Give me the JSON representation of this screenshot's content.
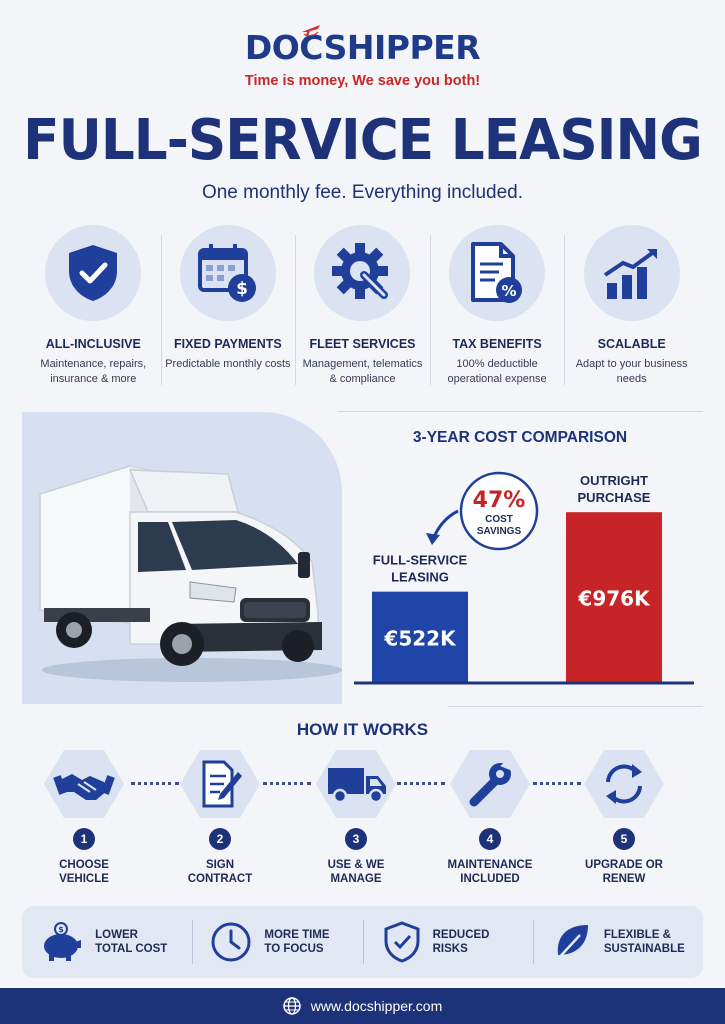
{
  "brand": {
    "logo_text": "DOCSHIPPER",
    "tagline": "Time is money, We save you both!"
  },
  "hero": {
    "title": "FULL-SERVICE LEASING",
    "subtitle": "One monthly fee. Everything included."
  },
  "features": [
    {
      "icon": "shield-check-icon",
      "title": "ALL-INCLUSIVE",
      "desc": "Maintenance, repairs, insurance & more"
    },
    {
      "icon": "calendar-dollar-icon",
      "title": "FIXED PAYMENTS",
      "desc": "Predictable monthly costs"
    },
    {
      "icon": "gear-wrench-icon",
      "title": "FLEET SERVICES",
      "desc": "Management, telematics & compliance"
    },
    {
      "icon": "document-percent-icon",
      "title": "TAX BENEFITS",
      "desc": "100% deductible operational expense"
    },
    {
      "icon": "growth-chart-icon",
      "title": "SCALABLE",
      "desc": "Adapt to your business needs"
    }
  ],
  "comparison": {
    "title": "3-YEAR COST COMPARISON",
    "savings_pct": "47%",
    "savings_label_1": "COST",
    "savings_label_2": "SAVINGS",
    "colors": {
      "leasing": "#1f45a8",
      "purchase": "#c62426"
    }
  },
  "chart_data": {
    "type": "bar",
    "title": "3-YEAR COST COMPARISON",
    "categories": [
      "FULL-SERVICE LEASING",
      "OUTRIGHT PURCHASE"
    ],
    "values": [
      522,
      976
    ],
    "value_labels": [
      "€522K",
      "€976K"
    ],
    "category_lines": [
      [
        "FULL-SERVICE",
        "LEASING"
      ],
      [
        "OUTRIGHT",
        "PURCHASE"
      ]
    ],
    "ylim": [
      0,
      1000
    ],
    "grid": false,
    "legend": "none"
  },
  "how_it_works": {
    "title": "HOW IT WORKS",
    "steps": [
      {
        "num": "1",
        "icon": "handshake-icon",
        "line1": "CHOOSE",
        "line2": "VEHICLE"
      },
      {
        "num": "2",
        "icon": "contract-pen-icon",
        "line1": "SIGN",
        "line2": "CONTRACT"
      },
      {
        "num": "3",
        "icon": "truck-icon",
        "line1": "USE & WE",
        "line2": "MANAGE"
      },
      {
        "num": "4",
        "icon": "wrench-icon",
        "line1": "MAINTENANCE",
        "line2": "INCLUDED"
      },
      {
        "num": "5",
        "icon": "refresh-icon",
        "line1": "UPGRADE OR",
        "line2": "RENEW"
      }
    ]
  },
  "benefits": [
    {
      "icon": "piggy-bank-icon",
      "line1": "LOWER",
      "line2": "TOTAL COST"
    },
    {
      "icon": "clock-icon",
      "line1": "MORE TIME",
      "line2": "TO FOCUS"
    },
    {
      "icon": "shield-check-icon",
      "line1": "REDUCED",
      "line2": "RISKS"
    },
    {
      "icon": "leaf-icon",
      "line1": "FLEXIBLE &",
      "line2": "SUSTAINABLE"
    }
  ],
  "footer": {
    "icon": "globe-icon",
    "url": "www.docshipper.com"
  }
}
